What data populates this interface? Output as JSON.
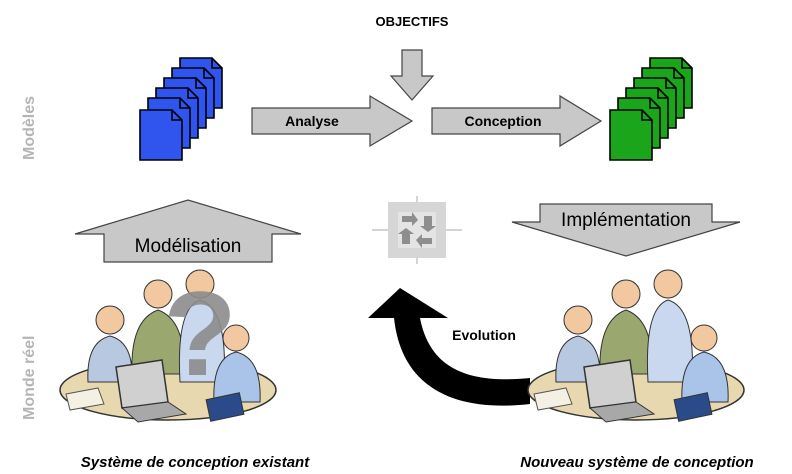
{
  "side_labels": {
    "top": "Modèles",
    "bottom": "Monde réel"
  },
  "objectifs": "OBJECTIFS",
  "arrows": {
    "analyse": "Analyse",
    "conception": "Conception",
    "modelisation": "Modélisation",
    "implementation": "Implémentation",
    "evolution": "Evolution"
  },
  "captions": {
    "left": "Système de conception existant",
    "right": "Nouveau système de conception"
  },
  "colors": {
    "docs_left": "#2f55ee",
    "docs_right": "#1aa51a",
    "arrow_fill": "#c8c8c8",
    "side_label": "#b5b5b5",
    "question_mark": "#8c8c8c"
  }
}
